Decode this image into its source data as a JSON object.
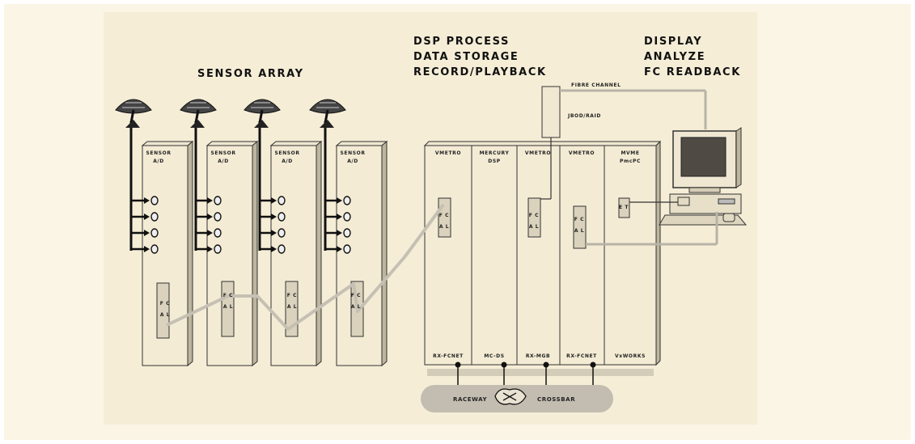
{
  "colors": {
    "background": "#fbf5e6",
    "panel": "#f5edd6",
    "shade": "#dcd3bd",
    "link": "#c5c0b3",
    "ink": "#111111"
  },
  "headings": {
    "sensor_array": "SENSOR ARRAY",
    "dsp_group": [
      "DSP PROCESS",
      "DATA STORAGE",
      "RECORD/PLAYBACK"
    ],
    "display_group": [
      "DISPLAY",
      "ANALYZE",
      "FC READBACK"
    ]
  },
  "sensor_cards": [
    {
      "label_1": "SENSOR",
      "label_2": "A/D",
      "port_1": "F C",
      "port_2": "A L"
    },
    {
      "label_1": "SENSOR",
      "label_2": "A/D",
      "port_1": "F C",
      "port_2": "A L"
    },
    {
      "label_1": "SENSOR",
      "label_2": "A/D",
      "port_1": "F C",
      "port_2": "A L"
    },
    {
      "label_1": "SENSOR",
      "label_2": "A/D",
      "port_1": "F C",
      "port_2": "A L"
    }
  ],
  "rack_cards": [
    {
      "label_1": "VMETRO",
      "label_2": "",
      "bottom": "RX-FCNET",
      "port_1": "F C",
      "port_2": "A L"
    },
    {
      "label_1": "MERCURY",
      "label_2": "DSP",
      "bottom": "MC-DS",
      "port_1": "",
      "port_2": ""
    },
    {
      "label_1": "VMETRO",
      "label_2": "",
      "bottom": "RX-MGB",
      "port_1": "F C",
      "port_2": "A L"
    },
    {
      "label_1": "VMETRO",
      "label_2": "",
      "bottom": "RX-FCNET",
      "port_1": "F C",
      "port_2": "A L"
    },
    {
      "label_1": "MVME",
      "label_2": "PmcPC",
      "bottom": "VxWORKS",
      "port_1": "E T",
      "port_2": ""
    }
  ],
  "storage": {
    "channel_label": "FIBRE CHANNEL",
    "raid_label": "JBOD/RAID"
  },
  "raceway": {
    "left_label": "RACEWAY",
    "right_label": "CROSSBAR"
  }
}
